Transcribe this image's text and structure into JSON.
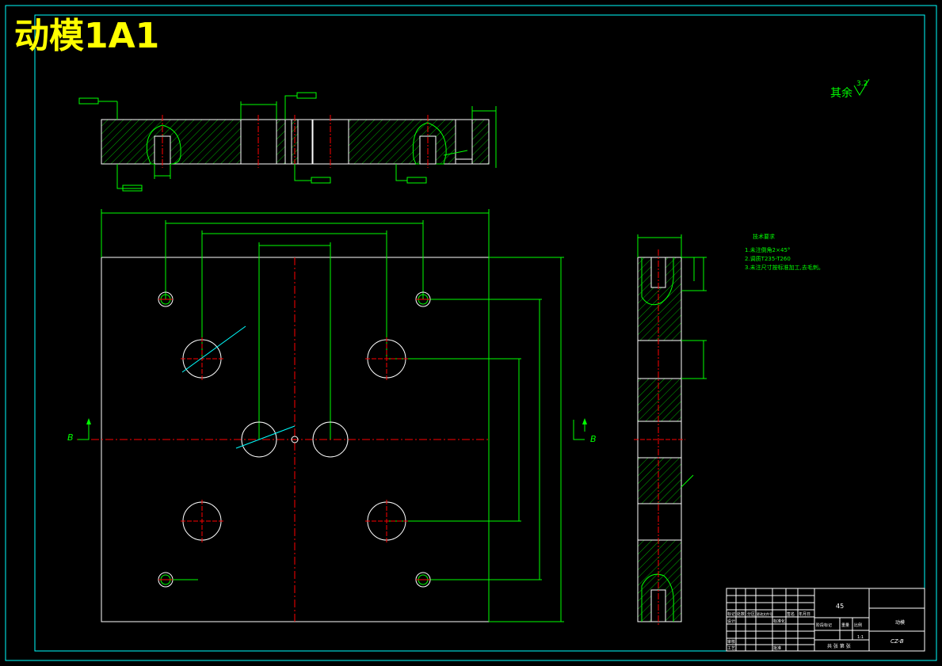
{
  "title": "动模1A1",
  "surface_note": {
    "label": "其余",
    "value": "3.2"
  },
  "section_marks": {
    "left": "B",
    "right": "B"
  },
  "tech_requirements": {
    "heading": "技术要求",
    "items": [
      "1.未注倒角2×45°",
      "2.调质T235-T260",
      "3.未注尺寸按标准加工,去毛刺。"
    ]
  },
  "title_block": {
    "material": "45",
    "part_name": "动模",
    "drawing_no": "CZ-B",
    "scale_value": "1:1",
    "sheet_info": "共 张 第 张",
    "header_labels": [
      "标记",
      "处数",
      "分区",
      "更改文件号",
      "签名",
      "年月日"
    ],
    "row_labels": [
      "设计",
      "审核",
      "工艺"
    ],
    "extra_labels": [
      "标准化",
      "批准",
      "阶段标记",
      "重量",
      "比例"
    ]
  },
  "colors": {
    "frame": "#00ffff",
    "outline": "#ffffff",
    "dimension": "#00ff00",
    "centerline": "#ff0000",
    "hatch": "#00cc00",
    "title": "#ffff00"
  }
}
